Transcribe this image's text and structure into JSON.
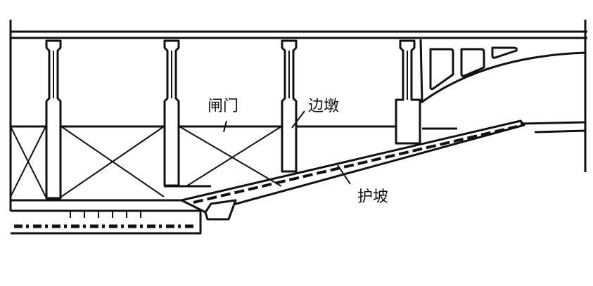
{
  "labels": {
    "gate": "闸门",
    "side_pier": "边墩",
    "slope_protection": "护坡"
  },
  "colors": {
    "ink": "#111111",
    "paper": "#ffffff"
  }
}
